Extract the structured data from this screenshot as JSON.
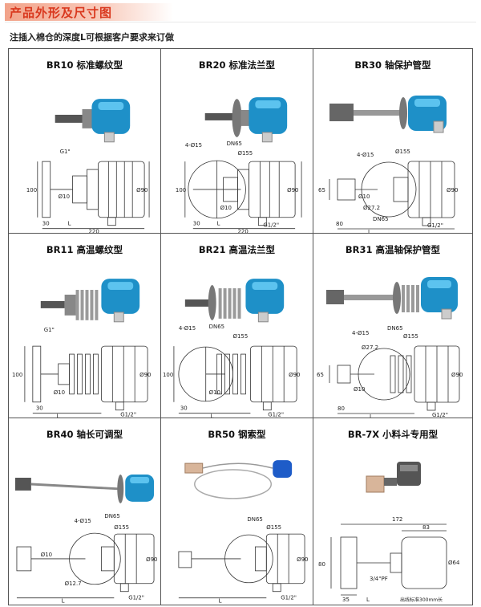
{
  "header": {
    "title": "产品外形及尺寸图"
  },
  "note": "注插入棉仓的深度L可根据客户要求来订做",
  "colors": {
    "accent": "#d9381e",
    "body_blue": "#1e90c8",
    "line": "#333333"
  },
  "cells": [
    {
      "title": "BR10 标准螺纹型",
      "dims": [
        "G1\"",
        "100",
        "Ø10",
        "Ø90",
        "30",
        "L",
        "220"
      ]
    },
    {
      "title": "BR20 标准法兰型",
      "dims": [
        "4-Ø15",
        "DN65",
        "Ø155",
        "100",
        "Ø10",
        "Ø90",
        "30",
        "L",
        "G1/2\"",
        "220"
      ]
    },
    {
      "title": "BR30 轴保护管型",
      "dims": [
        "4-Ø15",
        "Ø155",
        "65",
        "Ø10",
        "Ø27.2",
        "Ø90",
        "80",
        "L",
        "DN65",
        "G1/2\""
      ]
    },
    {
      "title": "BR11 高温螺纹型",
      "dims": [
        "G1\"",
        "100",
        "Ø10",
        "Ø90",
        "30",
        "L",
        "G1/2\""
      ]
    },
    {
      "title": "BR21 高温法兰型",
      "dims": [
        "4-Ø15",
        "DN65",
        "Ø155",
        "100",
        "Ø10",
        "Ø90",
        "30",
        "L",
        "G1/2\""
      ]
    },
    {
      "title": "BR31 高温轴保护管型",
      "dims": [
        "4-Ø15",
        "DN65",
        "Ø155",
        "65",
        "Ø27.2",
        "Ø10",
        "Ø90",
        "80",
        "L",
        "G1/2\""
      ]
    },
    {
      "title": "BR40 轴长可调型",
      "dims": [
        "4-Ø15",
        "DN65",
        "Ø155",
        "Ø90",
        "Ø10",
        "Ø12.7",
        "L",
        "G1/2\""
      ]
    },
    {
      "title": "BR50 钢索型",
      "dims": [
        "DN65",
        "Ø155",
        "Ø90",
        "L",
        "G1/2\""
      ]
    },
    {
      "title": "BR-7X 小料斗专用型",
      "dims": [
        "172",
        "83",
        "80",
        "Ø64",
        "3/4\"PF",
        "35",
        "L",
        "出线标准300mm长"
      ]
    }
  ]
}
